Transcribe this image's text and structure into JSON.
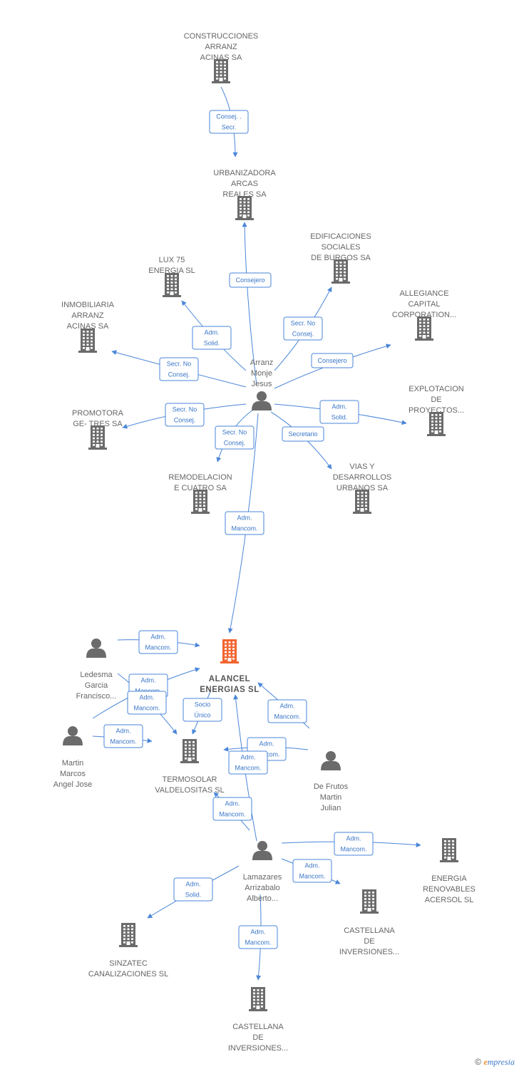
{
  "colors": {
    "edge": "#4a86d8",
    "node": "#6b6b6b",
    "main_node": "#f26530"
  },
  "nodes": [
    {
      "id": "construcciones",
      "type": "company",
      "label": [
        "CONSTRUCCIONES",
        "ARRANZ",
        "ACINAS SA"
      ]
    },
    {
      "id": "urbanizadora",
      "type": "company",
      "label": [
        "URBANIZADORA",
        "ARCAS",
        "REALES SA"
      ]
    },
    {
      "id": "edificaciones",
      "type": "company",
      "label": [
        "EDIFICACIONES",
        "SOCIALES",
        "DE BURGOS SA"
      ]
    },
    {
      "id": "lux75",
      "type": "company",
      "label": [
        "LUX 75",
        "ENERGIA SL"
      ]
    },
    {
      "id": "allegiance",
      "type": "company",
      "label": [
        "ALLEGIANCE",
        "CAPITAL",
        "CORPORATION..."
      ]
    },
    {
      "id": "inmobiliaria",
      "type": "company",
      "label": [
        "INMOBILIARIA",
        "ARRANZ",
        "ACINAS SA"
      ]
    },
    {
      "id": "arranz",
      "type": "person",
      "label": [
        "Arranz",
        "Monje",
        "Jesus"
      ]
    },
    {
      "id": "explotacion",
      "type": "company",
      "label": [
        "EXPLOTACION",
        "DE",
        "PROYECTOS..."
      ]
    },
    {
      "id": "promotora",
      "type": "company",
      "label": [
        "PROMOTORA",
        "GE- TRES SA"
      ]
    },
    {
      "id": "remodelacion",
      "type": "company",
      "label": [
        "REMODELACION",
        "E CUATRO SA"
      ]
    },
    {
      "id": "vias",
      "type": "company",
      "label": [
        "VIAS Y",
        "DESARROLLOS",
        "URBANOS SA"
      ]
    },
    {
      "id": "alancel",
      "type": "main",
      "label": [
        "ALANCEL",
        "ENERGIAS SL"
      ]
    },
    {
      "id": "ledesma",
      "type": "person",
      "label": [
        "Ledesma",
        "Garcia",
        "Francisco..."
      ]
    },
    {
      "id": "martin",
      "type": "person",
      "label": [
        "Martin",
        "Marcos",
        "Angel Jose"
      ]
    },
    {
      "id": "termosolar",
      "type": "company",
      "label": [
        "TERMOSOLAR",
        "VALDELOSITAS SL"
      ]
    },
    {
      "id": "defrutos",
      "type": "person",
      "label": [
        "De Frutos",
        "Martin",
        "Julian"
      ]
    },
    {
      "id": "lamazares",
      "type": "person",
      "label": [
        "Lamazares",
        "Arrizabalo",
        "Alberto..."
      ]
    },
    {
      "id": "energia_renov",
      "type": "company",
      "label": [
        "ENERGIA",
        "RENOVABLES",
        "ACERSOL SL"
      ]
    },
    {
      "id": "castellana1",
      "type": "company",
      "label": [
        "CASTELLANA",
        "DE",
        "INVERSIONES..."
      ]
    },
    {
      "id": "sinzatec",
      "type": "company",
      "label": [
        "SINZATEC",
        "CANALIZACIONES SL"
      ]
    },
    {
      "id": "castellana2",
      "type": "company",
      "label": [
        "CASTELLANA",
        "DE",
        "INVERSIONES..."
      ]
    }
  ],
  "edges": [
    {
      "label": [
        "Consej. .",
        "Secr."
      ]
    },
    {
      "label": [
        "Consejero"
      ]
    },
    {
      "label": [
        "Secr.  No",
        "Consej."
      ]
    },
    {
      "label": [
        "Adm.",
        "Solid."
      ]
    },
    {
      "label": [
        "Consejero"
      ]
    },
    {
      "label": [
        "Secr.  No",
        "Consej."
      ]
    },
    {
      "label": [
        "Adm.",
        "Solid."
      ]
    },
    {
      "label": [
        "Secr.  No",
        "Consej."
      ]
    },
    {
      "label": [
        "Secr.  No",
        "Consej."
      ]
    },
    {
      "label": [
        "Secretario"
      ]
    },
    {
      "label": [
        "Adm.",
        "Mancom."
      ]
    },
    {
      "label": [
        "Adm.",
        "Mancom."
      ]
    },
    {
      "label": [
        "Adm.",
        "Mancom."
      ]
    },
    {
      "label": [
        "Adm.",
        "Mancom."
      ]
    },
    {
      "label": [
        "Adm.",
        "Mancom."
      ]
    },
    {
      "label": [
        "Adm.",
        "Mancom."
      ]
    },
    {
      "label": [
        "Socio",
        "Único"
      ]
    },
    {
      "label": [
        "Adm.",
        "Mancom."
      ]
    },
    {
      "label": [
        "Adm.",
        "Mancom."
      ]
    },
    {
      "label": [
        "Adm.",
        "Mancom."
      ]
    },
    {
      "label": [
        "Adm.",
        "Mancom."
      ]
    },
    {
      "label": [
        "Adm.",
        "Mancom."
      ]
    },
    {
      "label": [
        "Adm.",
        "Solid."
      ]
    },
    {
      "label": [
        "Adm.",
        "Mancom."
      ]
    }
  ],
  "footer": {
    "copyright": "©",
    "brand_initial": "e",
    "brand_rest": "mpresia"
  }
}
